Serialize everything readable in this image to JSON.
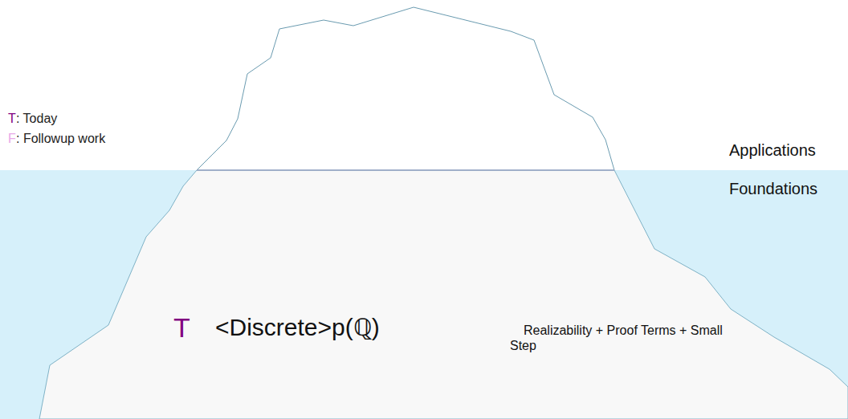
{
  "diagram": {
    "labels": [
      "T",
      ": Today",
      "F",
      ": Followup work",
      "Applications",
      "Foundations",
      "T",
      "<Discrete>p(ℚ)",
      "Realizability + Proof Terms + Small Step"
    ]
  }
}
